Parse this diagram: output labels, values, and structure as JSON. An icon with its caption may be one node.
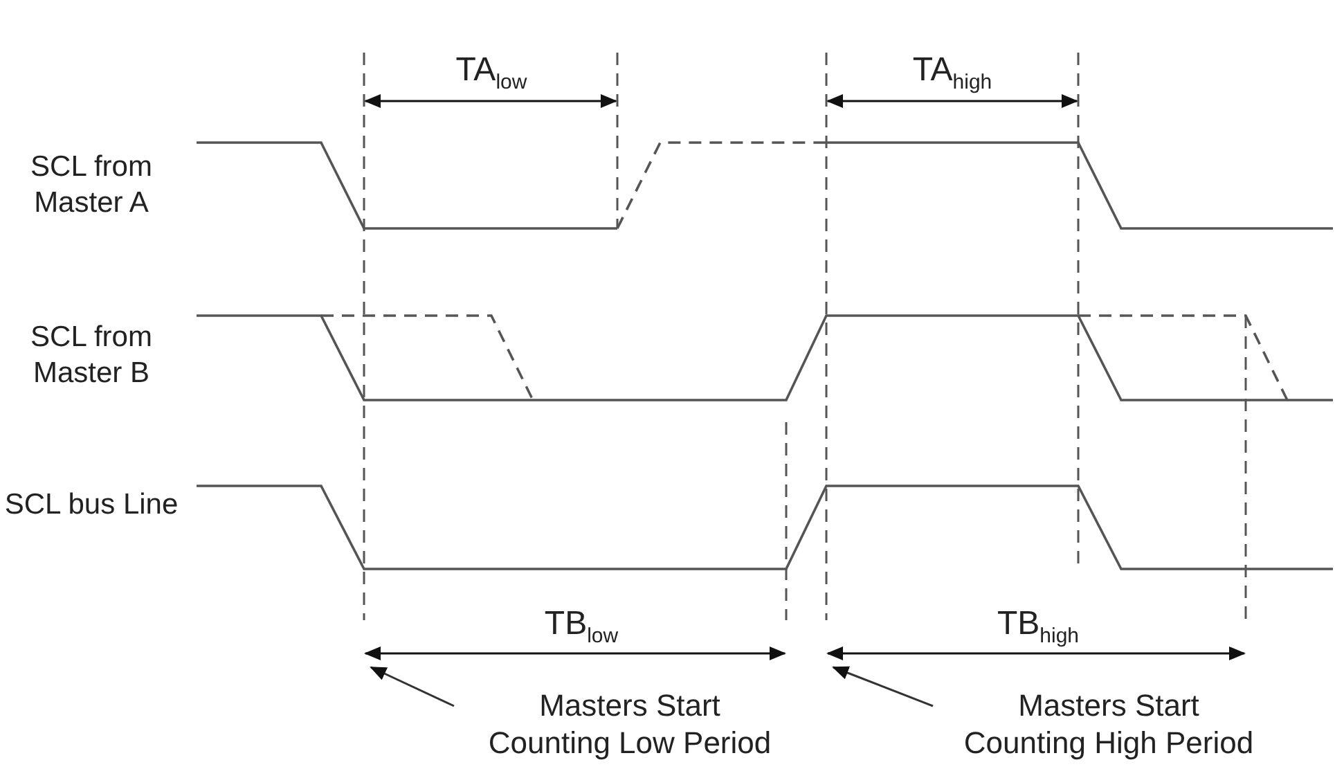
{
  "diagram": {
    "nodes": [
      {
        "text": [
          "Masters Start Counting Low Period"
        ]
      },
      {
        "text": [
          "Masters Start Counting High Period"
        ]
      }
    ],
    "edges": [
      {
        "from": 0,
        "to": null,
        "arrow": "to"
      },
      {
        "from": 1,
        "to": null,
        "arrow": "to"
      }
    ],
    "labels": [
      "TA$_{low}$",
      "TA$_{high}$",
      "SCL from Master A",
      "SCL from Master B",
      "SCL bus Line",
      "TB$_{low}$",
      "TB$_{high}$"
    ]
  }
}
